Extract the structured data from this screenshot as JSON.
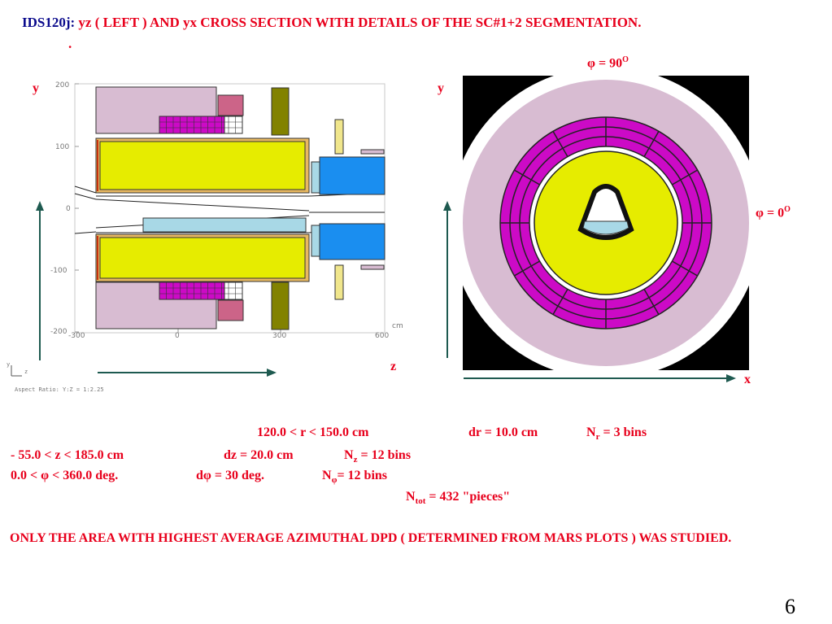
{
  "title": {
    "id": "IDS120j:",
    "text": "yz   ( LEFT )  AND yx  CROSS  SECTION  WITH DETAILS  OF THE SC#1+2  SEGMENTATION.",
    "dot": "."
  },
  "left_plot": {
    "y_label": "y",
    "z_label": "z",
    "unit": "cm",
    "y_ticks": [
      "200",
      "100",
      "0",
      "-100",
      "-200"
    ],
    "x_ticks": [
      "-300",
      "0",
      "300",
      "600"
    ],
    "aspect_ratio": "Aspect Ratio: Y:Z = 1:2.25",
    "axis_triad_y": "y",
    "axis_triad_z": "z"
  },
  "right_plot": {
    "y_label": "y",
    "x_label": "x",
    "phi90_symbol": "φ",
    "phi90_value": " = 90",
    "phi90_sup": "O",
    "phi0_symbol": "φ",
    "phi0_value": " = 0",
    "phi0_sup": "O"
  },
  "parameters": {
    "r_range": "120.0 < r < 150.0  cm",
    "dr": "dr =  10.0 cm",
    "nr_N": "N",
    "nr_sub": "r",
    "nr_rest": " =  3  bins",
    "z_range": "- 55.0 <  z < 185.0 cm",
    "dz": "dz = 20.0  cm",
    "nz_N": "N",
    "nz_sub": "z",
    "nz_rest": " =  12  bins",
    "phi_range": "0.0 < φ < 360.0 deg.",
    "dphi": "dφ = 30 deg.",
    "nphi_N": "N",
    "nphi_sub": "φ",
    "nphi_rest": "= 12 bins",
    "ntot_N": "N",
    "ntot_sub": "tot",
    "ntot_rest": " = 432  \"pieces\""
  },
  "note": "ONLY THE AREA WITH HIGHEST AVERAGE AZIMUTHAL DPD ( DETERMINED FROM MARS PLOTS )   WAS  STUDIED.",
  "page_number": "6",
  "colors": {
    "title_red": "#e8001c",
    "title_navy": "#0a0a8c",
    "lilac": "#d8bcd2",
    "yellow": "#e6ec00",
    "magenta": "#cc0ac6",
    "cyan": "#1a8ef0",
    "lightblue": "#a8d8e6",
    "olive": "#828200",
    "arrow": "#1e5a50"
  }
}
